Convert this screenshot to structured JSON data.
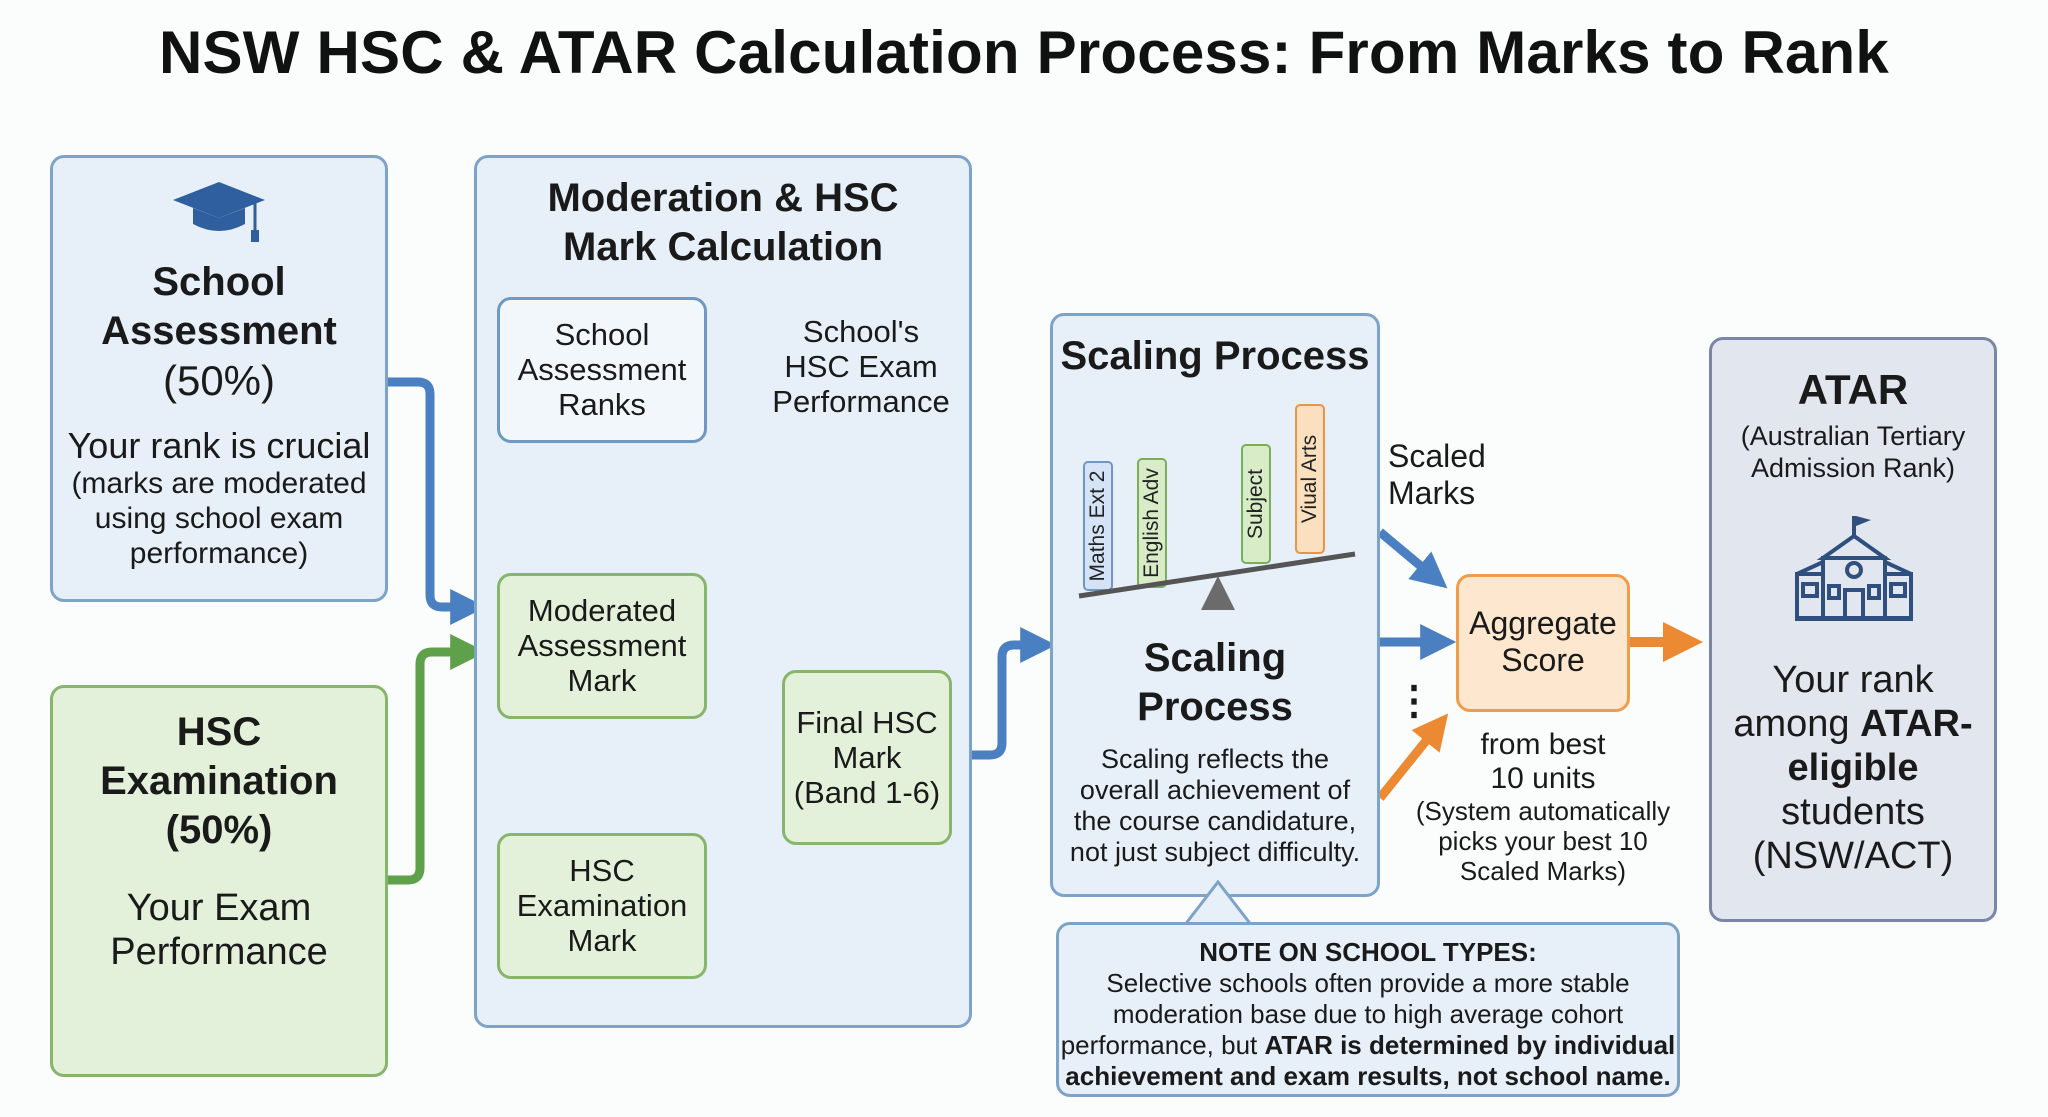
{
  "title": "NSW HSC & ATAR Calculation Process: From Marks to Rank",
  "school_assessment": {
    "title_lines": [
      "School",
      "Assessment",
      "(50%)"
    ],
    "text_lines": [
      "Your rank is crucial",
      "(marks are moderated",
      "using school exam",
      "performance)"
    ],
    "icon": "graduation-cap-icon"
  },
  "hsc_examination": {
    "title_lines": [
      "HSC",
      "Examination",
      "(50%)"
    ],
    "text_lines": [
      "Your Exam",
      "Performance"
    ]
  },
  "moderation": {
    "title_lines": [
      "Moderation & HSC",
      "Mark Calculation"
    ],
    "assessment_ranks_lines": [
      "School",
      "Assessment",
      "Ranks"
    ],
    "exam_performance_lines": [
      "School's",
      "HSC Exam",
      "Performance"
    ],
    "moderated_mark_lines": [
      "Moderated",
      "Assessment",
      "Mark"
    ],
    "exam_mark_lines": [
      "HSC",
      "Examination",
      "Mark"
    ],
    "final_mark_lines": [
      "Final HSC",
      "Mark",
      "(Band 1-6)"
    ]
  },
  "scaling": {
    "title": "Scaling Process",
    "subtitle_lines": [
      "Scaling",
      "Process"
    ],
    "bars": [
      "Maths Ext 2",
      "English Adv",
      "Subject",
      "Viual Arts"
    ],
    "text_lines": [
      "Scaling reflects the",
      "overall achievement of",
      "the course candidature,",
      "not just subject difficulty."
    ]
  },
  "scaled_marks_lines": [
    "Scaled",
    "Marks"
  ],
  "ellipsis": "⋮",
  "aggregate": {
    "title_lines": [
      "Aggregate",
      "Score"
    ],
    "text_lines": [
      "from best",
      "10 units",
      "(System automatically",
      "picks your best 10",
      "Scaled Marks)"
    ]
  },
  "atar": {
    "title": "ATAR",
    "subtitle_lines": [
      "(Australian Tertiary",
      "Admission Rank)"
    ],
    "icon": "school-building-icon",
    "line1": "Your rank",
    "line2_pre": "among ",
    "line2_bold": "ATAR-",
    "line3": "eligible",
    "line4": "students",
    "line5": "(NSW/ACT)"
  },
  "note": {
    "heading": "NOTE ON SCHOOL TYPES:",
    "line1": "Selective schools often provide a more stable",
    "line2": "moderation base due to high average cohort",
    "line3_pre": "performance, but ",
    "line3_bold": "ATAR is determined by individual",
    "line4_bold": "achievement and exam results, not school name."
  },
  "colors": {
    "blue": "#4a7fc1",
    "green": "#5fa04a",
    "orange": "#ec8a34"
  }
}
